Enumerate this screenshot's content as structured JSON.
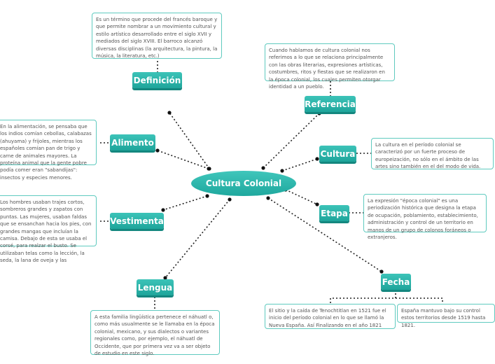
{
  "central": "Cultura Colonial",
  "topics": {
    "definicion": "Definición",
    "alimento": "Alimento",
    "vestimenta": "Vestimenta",
    "lengua": "Lengua",
    "referencia": "Referencia",
    "cultura": "Cultura",
    "etapa": "Etapa",
    "fecha": "Fecha"
  },
  "notes": {
    "definicion": "Es un término que procede del francés baroque y que permite nombrar a un movimiento cultural y estilo artístico desarrollado entre el siglo XVII y mediados del siglo XVIII. El barroco alcanzó diversas disciplinas (la arquitectura, la pintura, la música, la literatura, etc.)",
    "alimento": "En la alimentación, se pensaba que los indios comían cebollas, calabazas (ahuyama) y frijoles, mientras los españoles comían pan de trigo y carne de animales mayores. La proteína animal que la gente pobre podía comer eran \"sabandijas\": insectos y especies menores.",
    "vestimenta": "Los hombres usaban trajes cortos, sombreros grandes y zapatos con puntas. Las mujeres, usaban faldas que se ensanchan hacia los pies, con grandes mangas que incluían la camisa. Debajo de esta se usaba el corsé, para realzar el busto. Se utilizaban telas como la lección, la seda, la lana de oveja y las",
    "lengua": "A esta familia lingüística pertenece el náhuatl o, como más usualmente se le llamaba en la época colonial, mexicano, y sus dialectos o variantes regionales como, por ejemplo, el náhuatl de Occidente, que por primera vez va a ser objeto de estudio en este siglo.",
    "referencia": "Cuando hablamos de cultura colonial nos referimos a lo que se relaciona principalmente con las obras literarias, expresiones artísticas, costumbres, ritos y fiestas que se realizaron en la época colonial, los cuales permiten otorgar identidad a un pueblo.",
    "cultura": "La cultura en el período colonial se caracterizó por un fuerte proceso de europeización, no sólo en el ámbito de las artes sino también en el del modo de vida.",
    "etapa": "La expresión \"época colonial\" es una periodización histórica que designa la etapa de ocupación, poblamiento, establecimiento, administración y control de un territorio en manos de un grupo de colonos foráneos o extranjeros.",
    "fecha1": "El sitio y la caída de Tenochtitlan en 1521 fue el inicio del período colonial en lo que se llamó la Nueva España. Así Finalizando en el año 1821",
    "fecha2": "España mantuvo bajo su control estos territorios desde 1519 hasta 1821."
  }
}
